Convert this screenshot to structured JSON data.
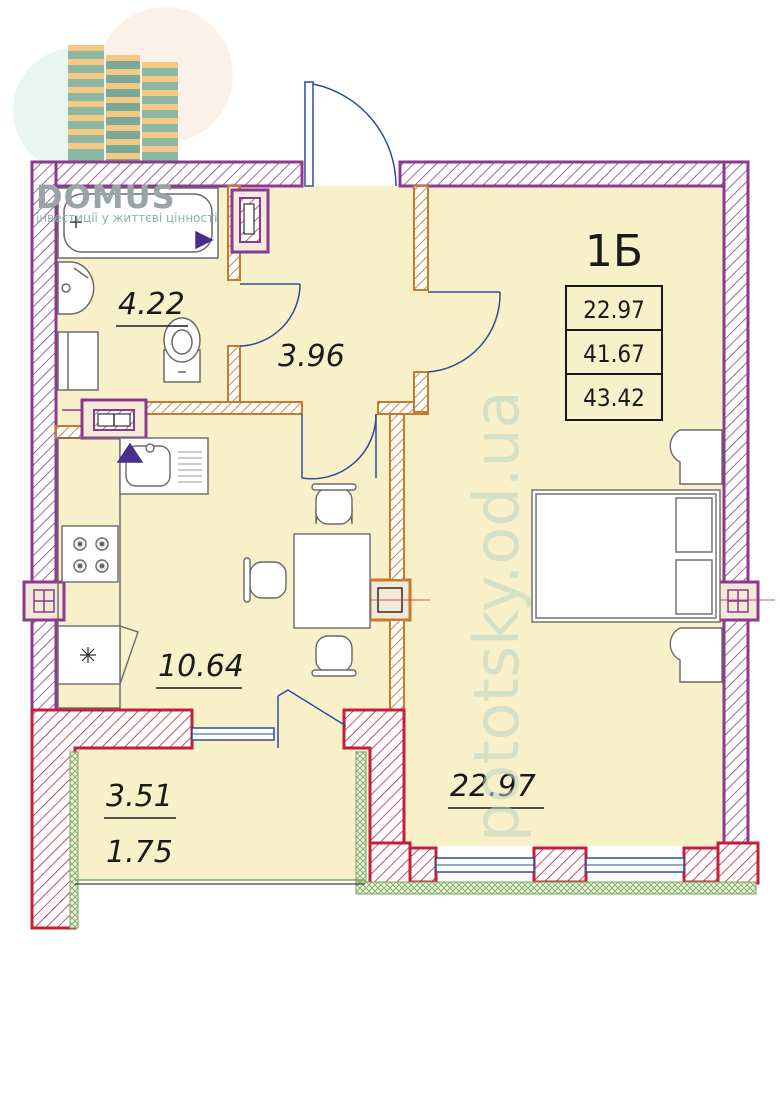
{
  "logo": {
    "name": "DOMUS",
    "tagline": "інвестиції у життєві цінності"
  },
  "watermark": "pototsky.od.ua",
  "unit": {
    "code": "1Б",
    "areas": [
      "22.97",
      "41.67",
      "43.42"
    ]
  },
  "rooms": {
    "bathroom": "4.22",
    "hallway": "3.96",
    "kitchen": "10.64",
    "bedroom": "22.97",
    "balcony_area": "3.51",
    "balcony_reduced": "1.75"
  },
  "colors": {
    "floor": "#f8f0c9",
    "outer_wall": "#8b3a8f",
    "partition": "#c77a2e",
    "balcony_wall": "#c21f3a",
    "insulation": "#7aa65a",
    "fixture_accent": "#4b2d8c"
  }
}
